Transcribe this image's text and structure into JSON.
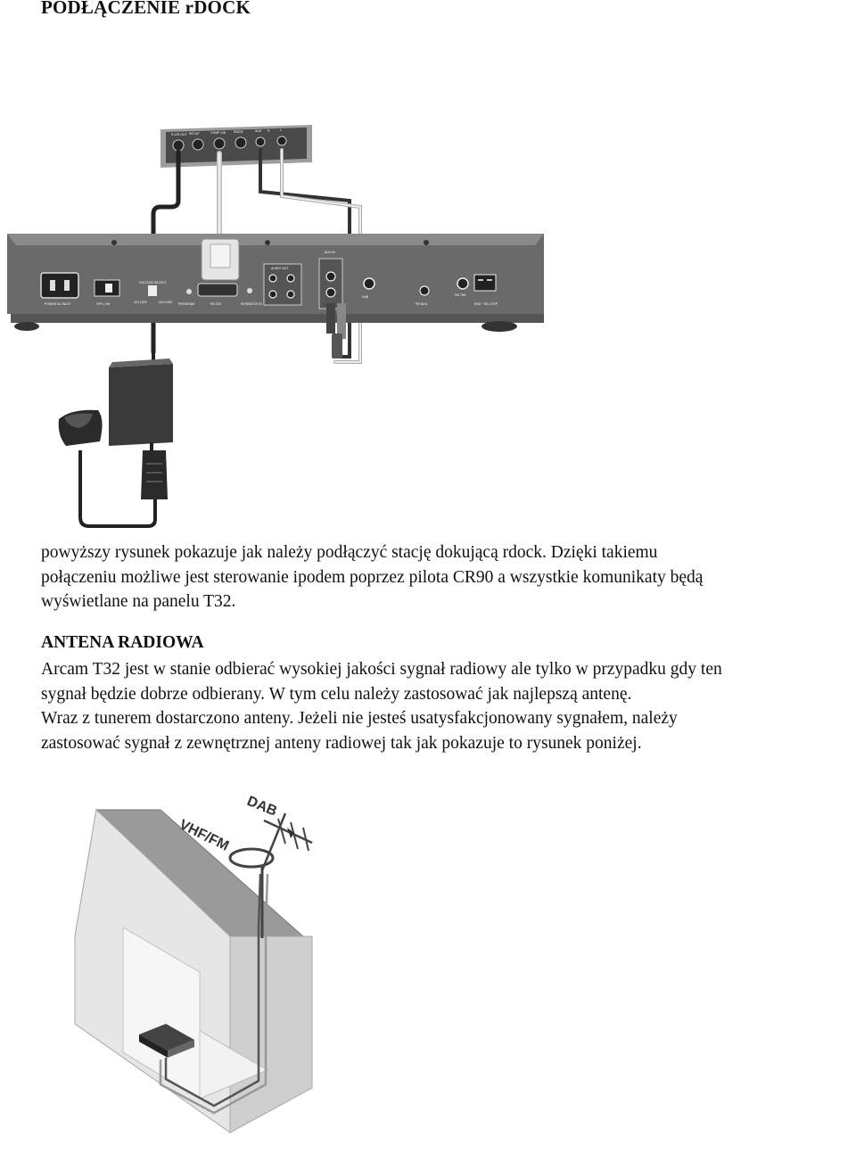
{
  "heading": "PODŁĄCZENIE rDOCK",
  "figure_top": {
    "dock_labels": [
      "S-VID OUT",
      "SETUP",
      "COMP VID",
      "RS232",
      "AUX",
      "R",
      "L"
    ],
    "panel_labels": {
      "power_ac_inlet": "POWER AC INLET",
      "off_on": "OFF | ON",
      "voltage_select": "VOLTAGE SELECT",
      "voltage_range_1": "110-120V",
      "voltage_range_2": "220-240V",
      "program": "PROGRAM",
      "rs232": "RS 232",
      "ir_remote_in": "IR REMOTE IN",
      "audio_out": "AUDIO OUT",
      "aux_in": "AUX IN",
      "dab": "DAB",
      "rs_bus": "RS BUS",
      "fm_75": "FM 75Ω",
      "end_rs_loop": "END · RS LOOP"
    }
  },
  "para1": [
    "powyższy rysunek pokazuje jak należy podłączyć stację dokującą rdock. Dzięki takiemu",
    "połączeniu możliwe jest sterowanie ipodem poprzez pilota CR90 a wszystkie komunikaty będą",
    "wyświetlane na panelu T32."
  ],
  "antenna_heading": "ANTENA RADIOWA",
  "para2": [
    "Arcam T32 jest w stanie odbierać wysokiej jakości sygnał radiowy ale tylko w przypadku gdy ten",
    "sygnał będzie dobrze odbierany. W tym celu należy zastosować jak najlepszą antenę.",
    "Wraz z tunerem dostarczono anteny. Jeżeli nie jesteś usatysfakcjonowany sygnałem, należy",
    "zastosować sygnał z zewnętrznej anteny radiowej tak jak pokazuje to rysunek poniżej."
  ],
  "figure_house": {
    "label_dab": "DAB",
    "label_vhf": "VHF/FM"
  }
}
